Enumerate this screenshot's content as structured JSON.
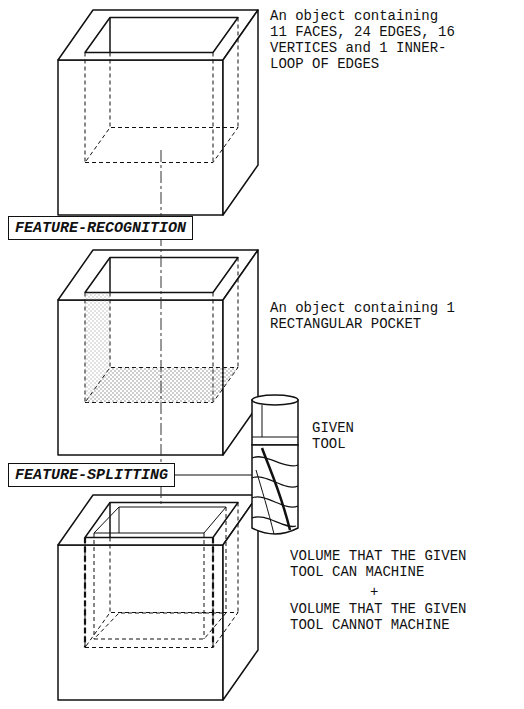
{
  "diagram": {
    "nodes": [
      {
        "text": [
          "FEATURE-RECOGNITION"
        ]
      },
      {
        "text": [
          "FEATURE-SPLITTING"
        ]
      }
    ],
    "labels": [
      "An object containing 11 FACES, 24 EDGES, 16 VERTICES and 1 INNER-LOOP OF EDGES",
      "An object containing 1 RECTANGULAR POCKET",
      "GIVEN TOOL",
      "VOLUME THAT THE GIVEN TOOL CAN MACHINE",
      "+",
      "VOLUME THAT THE GIVEN TOOL CANNOT MACHINE"
    ]
  }
}
